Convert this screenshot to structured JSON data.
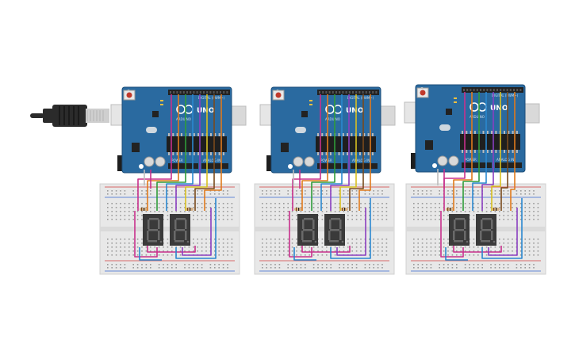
{
  "colors": {
    "board": "#2a6aa0",
    "board_edge": "#1d4f7a",
    "breadboard": "#e8e8e8",
    "display": "#3a3a3a",
    "segment": "#6a6a6a",
    "header": "#222222",
    "usb_cable": "#2b2b2b",
    "usb_plug": "#cfcfcf",
    "wire_pink": "#c8308c",
    "wire_orange": "#e07a1c",
    "wire_green": "#2f9c3a",
    "wire_blue": "#2a88d0",
    "wire_purple": "#8a3fc0",
    "wire_yellow": "#d8c020",
    "wire_brown": "#7a4a1c",
    "rail_red": "#d23c3c",
    "rail_blue": "#3a6ad0"
  },
  "board": {
    "brand": "ARDUINO",
    "model": "UNO",
    "power_label": "POWER",
    "analog_label": "ANALOG IN",
    "digital_label": "DIGITAL (PWM~)"
  },
  "circuits": [
    {
      "id": "circuit-1",
      "usb_connected": true
    },
    {
      "id": "circuit-2",
      "usb_connected": false
    },
    {
      "id": "circuit-3",
      "usb_connected": false
    }
  ]
}
